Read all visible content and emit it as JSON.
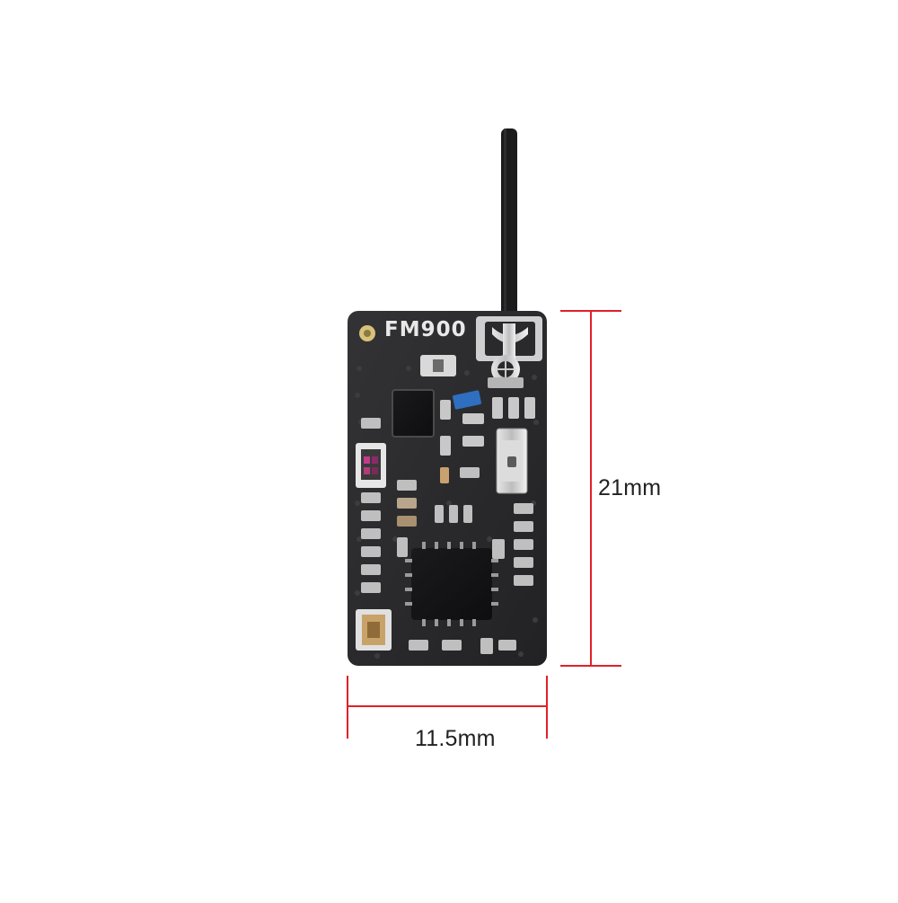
{
  "product": {
    "board_label": "FM900"
  },
  "dimensions": {
    "height_label": "21mm",
    "width_label": "11.5mm"
  },
  "colors": {
    "background": "#ffffff",
    "pcb": "#2a2a2c",
    "dimension_lines": "#e0202a",
    "antenna": "#1a1a1a",
    "capacitor": "#2f6fbf",
    "pad_metal": "#c9c9c9"
  }
}
